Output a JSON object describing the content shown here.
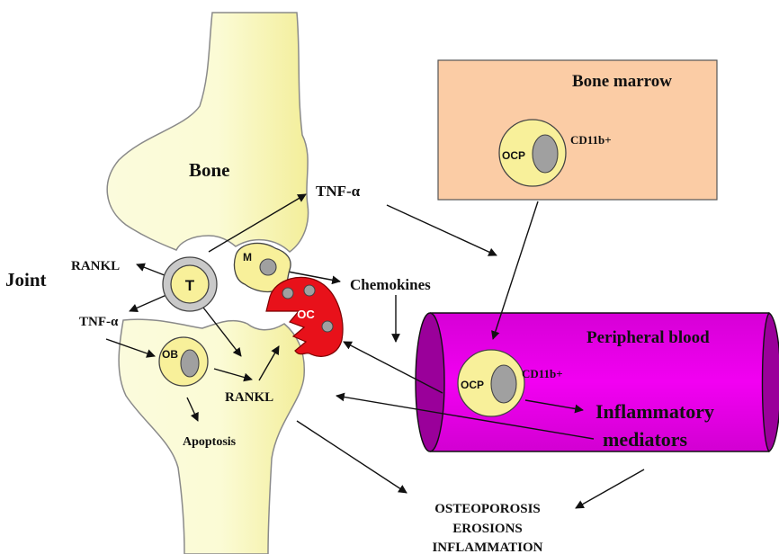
{
  "colors": {
    "bone_fill": "#fbfbd5",
    "bone_stroke": "#8a8a8a",
    "bone_shadow": "#f4f09e",
    "marrow_box": "#fbcca5",
    "cell_yellow": "#f8f09a",
    "cell_outline": "#3a3a3a",
    "nucleus_grey": "#a0a0a0",
    "osteoclast_red": "#e8111a",
    "vessel_magenta": "#ee00ee",
    "vessel_dark": "#9a009a",
    "text": "#111111"
  },
  "labels": {
    "bone": "Bone",
    "joint": "Joint",
    "bone_marrow": "Bone marrow",
    "peripheral_blood": "Peripheral blood",
    "tnf_top": "TNF-α",
    "tnf_left": "TNF-α",
    "rankl_left": "RANKL",
    "rankl_bottom": "RANKL",
    "chemokines": "Chemokines",
    "apoptosis": "Apoptosis",
    "cd11b_marrow": "CD11b+",
    "cd11b_blood": "CD11b+",
    "inflammatory": "Inflammatory",
    "mediators": "mediators",
    "outcome_1": "OSTEOPOROSIS",
    "outcome_2": "EROSIONS",
    "outcome_3": "INFLAMMATION"
  },
  "cells": {
    "t_cell": "T",
    "macrophage": "M",
    "osteoclast": "OC",
    "osteoblast": "OB",
    "ocp_marrow": "OCP",
    "ocp_blood": "OCP"
  }
}
